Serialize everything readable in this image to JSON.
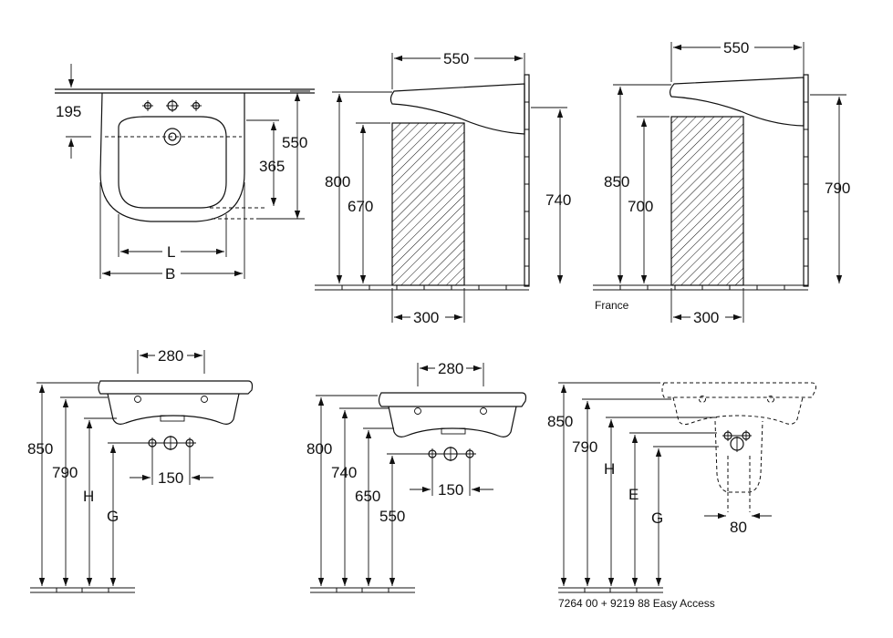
{
  "views": {
    "top_view": {
      "top_offset": "195",
      "depth": "550",
      "inner_depth": "365",
      "inner_width": "L",
      "overall_width": "B"
    },
    "side_view_standard": {
      "width_top": "550",
      "height_rim": "800",
      "height_pedestal": "670",
      "height_wall": "740",
      "pedestal_width": "300"
    },
    "side_view_france": {
      "width_top": "550",
      "height_rim": "850",
      "height_pedestal": "700",
      "height_wall": "790",
      "pedestal_width": "300",
      "caption": "France"
    },
    "front_view_1": {
      "fixing_distance": "280",
      "height_rim": "850",
      "height_bowl": "790",
      "height_h": "H",
      "height_g": "G",
      "tap_spacing": "150"
    },
    "front_view_2": {
      "fixing_distance": "280",
      "height_rim": "800",
      "height_bowl": "740",
      "height_h": "650",
      "height_g": "550",
      "tap_spacing": "150"
    },
    "front_view_easy_access": {
      "height_rim": "850",
      "height_bowl": "790",
      "height_h": "H",
      "height_e": "E",
      "height_g": "G",
      "waste_width": "80",
      "caption": "7264 00 + 9219 88 Easy Access"
    }
  }
}
